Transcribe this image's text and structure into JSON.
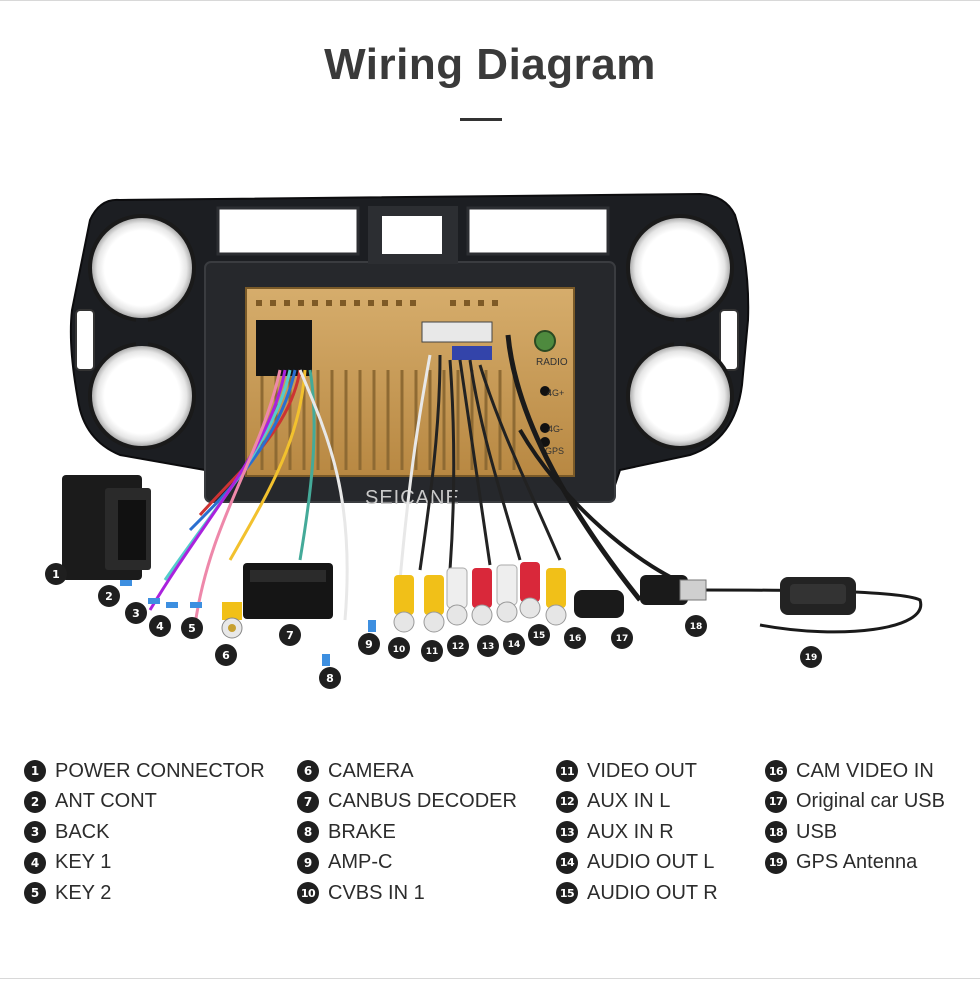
{
  "title": "Wiring Diagram",
  "watermark": "SEICANE",
  "unit_labels": {
    "radio": "RADIO",
    "fourg_plus": "4G+",
    "fourg_minus": "4G-",
    "gps": "GPS"
  },
  "legend": [
    {
      "num": "1",
      "label": "POWER CONNECTOR"
    },
    {
      "num": "2",
      "label": "ANT CONT"
    },
    {
      "num": "3",
      "label": "BACK"
    },
    {
      "num": "4",
      "label": "KEY 1"
    },
    {
      "num": "5",
      "label": "KEY 2"
    },
    {
      "num": "6",
      "label": "CAMERA"
    },
    {
      "num": "7",
      "label": "CANBUS DECODER"
    },
    {
      "num": "8",
      "label": "BRAKE"
    },
    {
      "num": "9",
      "label": "AMP-C"
    },
    {
      "num": "10",
      "label": "CVBS IN 1"
    },
    {
      "num": "11",
      "label": "VIDEO OUT"
    },
    {
      "num": "12",
      "label": "AUX IN L"
    },
    {
      "num": "13",
      "label": "AUX IN R"
    },
    {
      "num": "14",
      "label": "AUDIO OUT L"
    },
    {
      "num": "15",
      "label": "AUDIO OUT R"
    },
    {
      "num": "16",
      "label": "CAM VIDEO IN"
    },
    {
      "num": "17",
      "label": "Original car USB"
    },
    {
      "num": "18",
      "label": "USB"
    },
    {
      "num": "19",
      "label": "GPS Antenna"
    }
  ],
  "colors": {
    "frame": "#1c1e22",
    "ring": "#f4f4f4",
    "board": "#c89a55",
    "rca_yellow": "#f1c018",
    "rca_red": "#d9283a",
    "rca_white": "#eeeeee",
    "badge": "#1f1f1f"
  }
}
